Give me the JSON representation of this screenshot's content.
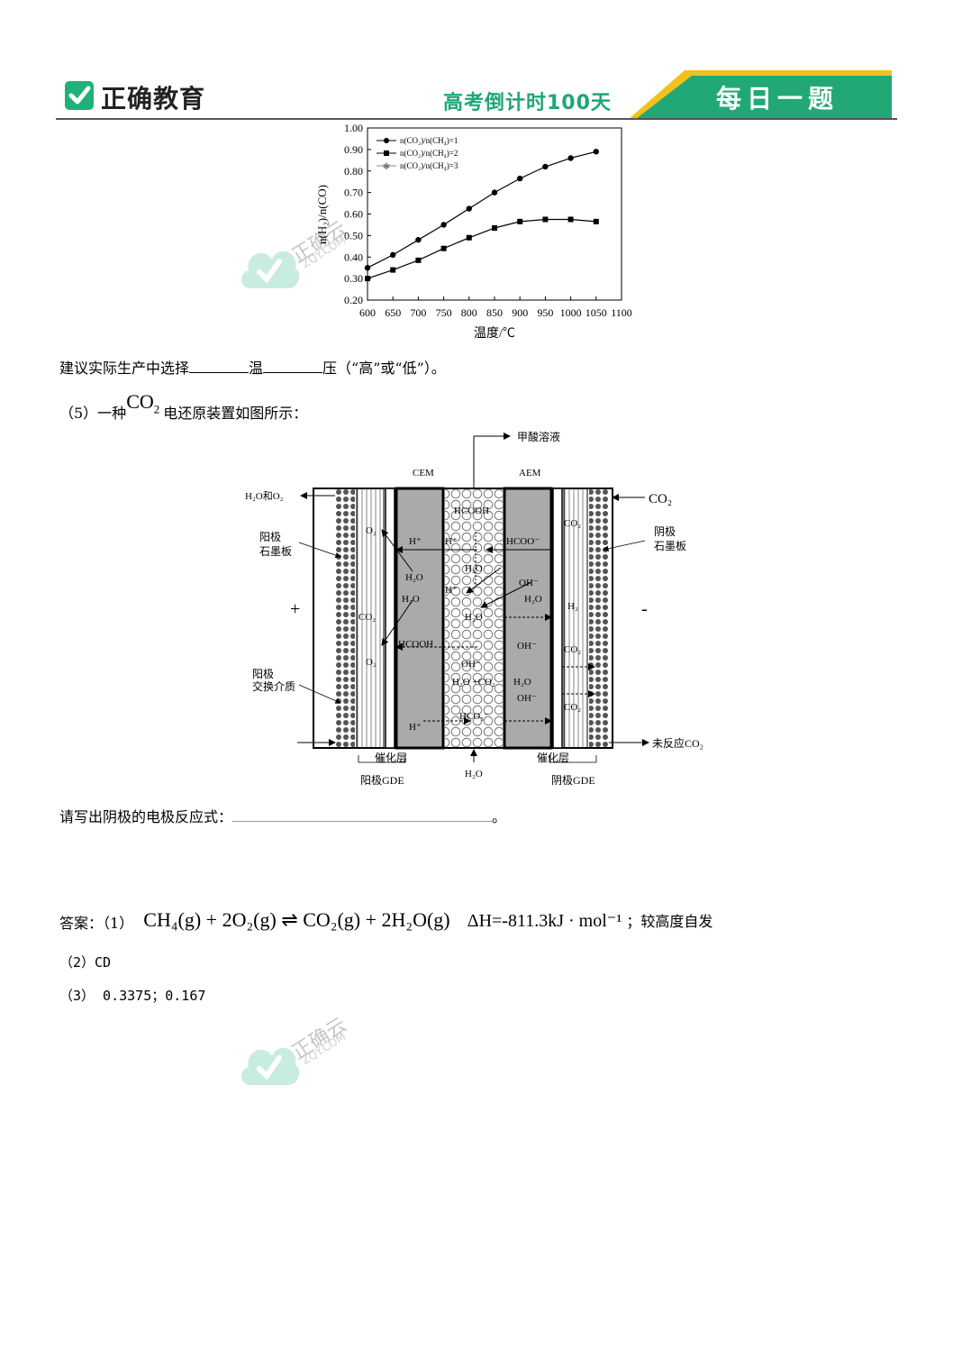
{
  "header": {
    "brand": "正确教育",
    "countdown": "高考倒计时100天",
    "daily": "每日一题",
    "accent": "#22b07a"
  },
  "watermark": {
    "text": "正确云",
    "sub": "ZQY.COM"
  },
  "chart_data": {
    "type": "line",
    "x": [
      600,
      650,
      700,
      750,
      800,
      850,
      900,
      950,
      1000,
      1050
    ],
    "series": [
      {
        "name": "n(CO₂)/n(CH₄)=1",
        "marker": "circle",
        "values": [
          0.35,
          0.41,
          0.48,
          0.55,
          0.625,
          0.7,
          0.765,
          0.82,
          0.86,
          0.89
        ]
      },
      {
        "name": "n(CO₂)/n(CH₄)=2",
        "marker": "square",
        "values": [
          0.3,
          0.34,
          0.385,
          0.44,
          0.49,
          0.535,
          0.565,
          0.575,
          0.575,
          0.565
        ]
      },
      {
        "name": "n(CO₂)/n(CH₄)=3",
        "marker": "star",
        "values": []
      }
    ],
    "xlabel": "温度/℃",
    "ylabel": "n(H₂)/n(CO)",
    "xlim": [
      600,
      1100
    ],
    "ylim": [
      0.2,
      1.0
    ],
    "xticks": [
      "600",
      "650",
      "700",
      "750",
      "800",
      "850",
      "900",
      "950",
      "1000",
      "1050",
      "1100"
    ],
    "yticks": [
      "0.20",
      "0.30",
      "0.40",
      "0.50",
      "0.60",
      "0.70",
      "0.80",
      "0.90",
      "1.00"
    ],
    "grid": false,
    "legend": "top-left"
  },
  "q4_text": {
    "part1": "建议实际生产中选择",
    "part2": "温",
    "part3": "压（“高”或“低”）。"
  },
  "q5_text": {
    "prefix": "（5）一种",
    "co2_main": "CO",
    "co2_sub": "2",
    "suffix": "电还原装置如图所示："
  },
  "diagram": {
    "top_out": "甲酸溶液",
    "cem": "CEM",
    "aem": "AEM",
    "left_out": "H₂O和O₂",
    "right_in": "CO₂",
    "anode_plate_1": "阳极",
    "anode_plate_2": "石墨板",
    "cathode_plate_1": "阴极",
    "cathode_plate_2": "石墨板",
    "plus": "+",
    "minus": "-",
    "anode_ex_1": "阳极",
    "anode_ex_2": "交换介质",
    "unreacted": "未反应CO₂",
    "catalyst_left": "催化层",
    "catalyst_right": "催化层",
    "anode_gde": "阳极GDE",
    "cathode_gde": "阴极GDE",
    "water_in": "H₂O",
    "left_o2_top": "O₂",
    "left_co2": "CO₂",
    "left_o2_bottom": "O₂",
    "cem_h_top": "H⁺",
    "cem_h2o_1": "H₂O",
    "cem_h2o_2": "H₂O",
    "cem_hcooh": "HCOOH",
    "cem_h_bottom": "H⁺",
    "mid_hcooh": "HCOOH",
    "mid_h_1": "H⁺",
    "mid_h2o_1": "H₂O",
    "mid_h_2": "H⁺",
    "mid_h2o_2": "H₂O",
    "mid_oh": "OH⁻",
    "mid_h2o_co2": "H₂O +CO₂",
    "mid_hco3": "HCO₃⁻",
    "aem_hcoo": "HCOO⁻",
    "aem_oh_1": "OH⁻",
    "aem_h2o_1": "H₂O",
    "aem_oh_2": "OH⁻",
    "aem_h2o_2": "H₂O",
    "aem_oh_3": "OH⁻",
    "right_co2_1": "CO₂",
    "right_h2": "H₂",
    "right_co2_2": "CO₂",
    "right_co2_3": "CO₂"
  },
  "cathode_prompt": {
    "text": "请写出阴极的电极反应式：",
    "end": "。"
  },
  "answers": {
    "label": "答案：（1）",
    "formula": "CH₄(g) + 2O₂(g) ⇌ CO₂(g) + 2H₂O(g)",
    "dh": "ΔH=-811.3kJ · mol⁻¹",
    "tail": "；较高度自发",
    "a2": "（2）CD",
    "a3": "（3）      0.3375；0.167"
  }
}
